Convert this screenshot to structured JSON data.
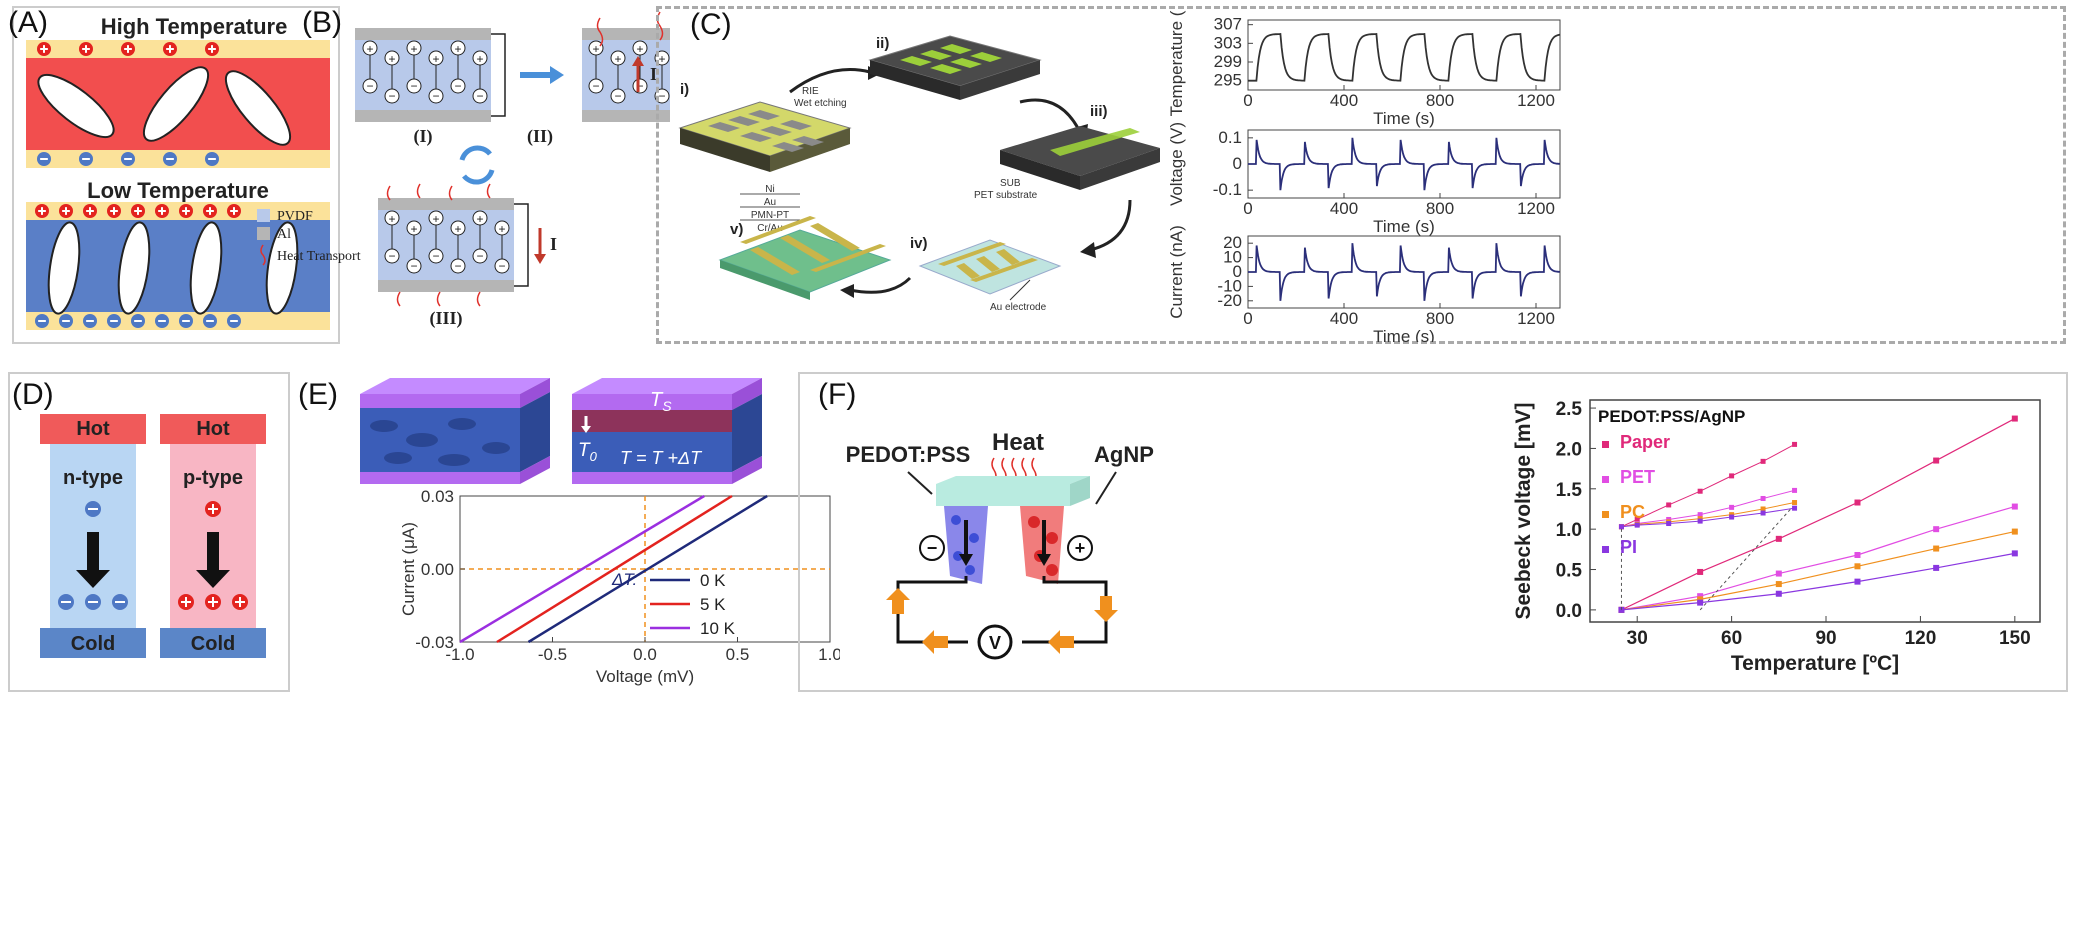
{
  "panels": {
    "A": {
      "letter": "(A)",
      "high_title": "High Temperature",
      "low_title": "Low Temperature",
      "colors": {
        "hot": "#f24e4e",
        "cold": "#5a7fc7",
        "strip": "#fbe29a",
        "plus": "#e3231f",
        "minus": "#4e78c4"
      }
    },
    "B": {
      "letter": "(B)",
      "state_labels": [
        "(I)",
        "(II)",
        "(III)"
      ],
      "current_label": "I",
      "legend": [
        "PVDF",
        "Al",
        "Heat Transport"
      ],
      "colors": {
        "pvdf": "#b8c9ea",
        "al": "#b5b5b5",
        "heat": "#e0312b"
      }
    },
    "C": {
      "letter": "(C)",
      "steps": [
        "i)",
        "ii)",
        "iii)",
        "iv)",
        "v)"
      ],
      "layer_labels": [
        "Ni",
        "Au",
        "PMN-PT",
        "Cr/Au"
      ],
      "process_labels": [
        "RIE",
        "Wet etching",
        "SUB",
        "PET substrate",
        "Au electrode"
      ],
      "chart_data": [
        {
          "type": "line",
          "ylabel": "Temperature (K)",
          "xlabel": "Time (s)",
          "xlim": [
            0,
            1300
          ],
          "ylim": [
            293,
            308
          ],
          "yticks": [
            295,
            299,
            303,
            307
          ],
          "xticks": [
            0,
            400,
            800,
            1200
          ],
          "series": [
            {
              "values": "square-wave 295-305 K, period 200 s"
            }
          ]
        },
        {
          "type": "line",
          "ylabel": "Voltage (V)",
          "xlabel": "Time (s)",
          "xlim": [
            0,
            1300
          ],
          "ylim": [
            -0.13,
            0.13
          ],
          "yticks": [
            -0.1,
            0.0,
            0.1
          ],
          "xticks": [
            0,
            400,
            800,
            1200
          ],
          "series": [
            {
              "values": "spikes +0.1 / -0.1 at each transition"
            }
          ]
        },
        {
          "type": "line",
          "ylabel": "Current (nA)",
          "xlabel": "Time (s)",
          "xlim": [
            0,
            1300
          ],
          "ylim": [
            -25,
            25
          ],
          "yticks": [
            -20,
            -10,
            0,
            10,
            20
          ],
          "xticks": [
            0,
            400,
            800,
            1200
          ],
          "series": [
            {
              "values": "spikes +20 / -20 at each transition"
            }
          ]
        }
      ]
    },
    "D": {
      "letter": "(D)",
      "n_col": {
        "hot": "Hot",
        "type": "n-type",
        "cold": "Cold"
      },
      "p_col": {
        "hot": "Hot",
        "type": "p-type",
        "cold": "Cold"
      },
      "colors": {
        "hot": "#f05a5a",
        "cold": "#5b86c8",
        "n_bg": "#b9d6f3",
        "p_bg": "#f8b6c4"
      }
    },
    "E": {
      "letter": "(E)",
      "top_labels": {
        "ts": "T",
        "ts_sub": "S",
        "t0": "T",
        "t0_sub": "0",
        "eq": "T = T +ΔT"
      },
      "chart_data": {
        "type": "line",
        "xlabel": "Voltage (mV)",
        "ylabel": "Current (μA)",
        "xlim": [
          -1.0,
          1.0
        ],
        "ylim": [
          -0.03,
          0.03
        ],
        "xticks": [
          "-1.0",
          "-0.5",
          "0.0",
          "0.5",
          "1.0"
        ],
        "yticks": [
          "-0.03",
          "0.00",
          "0.03"
        ],
        "legend_title": "ΔT:",
        "series": [
          {
            "name": "0 K",
            "color": "#1f2a7a",
            "x": [
              -0.63,
              0.66
            ],
            "y": [
              -0.03,
              0.03
            ]
          },
          {
            "name": "5 K",
            "color": "#e3231f",
            "x": [
              -0.8,
              0.47
            ],
            "y": [
              -0.03,
              0.03
            ]
          },
          {
            "name": "10 K",
            "color": "#9b2fe0",
            "x": [
              -1.0,
              0.32
            ],
            "y": [
              -0.03,
              0.03
            ]
          }
        ]
      }
    },
    "F": {
      "letter": "(F)",
      "device": {
        "heat": "Heat",
        "left": "PEDOT:PSS",
        "right": "AgNP",
        "meter": "V",
        "minus": "−",
        "plus": "+"
      },
      "chart_data": {
        "type": "line",
        "title": "PEDOT:PSS/AgNP",
        "xlabel": "Temperature [ºC]",
        "ylabel": "Seebeck voltage [mV]",
        "xlim": [
          15,
          158
        ],
        "ylim": [
          -0.15,
          2.6
        ],
        "xticks": [
          30,
          60,
          90,
          120,
          150
        ],
        "yticks": [
          "0.0",
          "0.5",
          "1.0",
          "1.5",
          "2.0",
          "2.5"
        ],
        "series": [
          {
            "name": "Paper",
            "color": "#e0297a",
            "x": [
              25,
              50,
              75,
              100,
              125,
              150
            ],
            "y": [
              0.0,
              0.47,
              0.88,
              1.33,
              1.85,
              2.37
            ]
          },
          {
            "name": "PET",
            "color": "#e14de3",
            "x": [
              25,
              50,
              75,
              100,
              125,
              150
            ],
            "y": [
              0.0,
              0.17,
              0.45,
              0.68,
              1.0,
              1.28
            ]
          },
          {
            "name": "PC",
            "color": "#f0901e",
            "x": [
              25,
              50,
              75,
              100,
              125,
              150
            ],
            "y": [
              0.0,
              0.13,
              0.32,
              0.54,
              0.76,
              0.97
            ]
          },
          {
            "name": "PI",
            "color": "#8a37e0",
            "x": [
              25,
              50,
              75,
              100,
              125,
              150
            ],
            "y": [
              0.0,
              0.09,
              0.2,
              0.35,
              0.52,
              0.7
            ]
          }
        ],
        "inset_series": [
          {
            "name": "Paper",
            "x": [
              25,
              30,
              40,
              50,
              60,
              70,
              80
            ],
            "y": [
              1.03,
              1.12,
              1.3,
              1.47,
              1.66,
              1.84,
              2.05
            ]
          },
          {
            "name": "PET",
            "x": [
              25,
              30,
              40,
              50,
              60,
              70,
              80
            ],
            "y": [
              1.03,
              1.07,
              1.12,
              1.18,
              1.27,
              1.38,
              1.48
            ]
          },
          {
            "name": "PC",
            "x": [
              25,
              30,
              40,
              50,
              60,
              70,
              80
            ],
            "y": [
              1.03,
              1.06,
              1.09,
              1.13,
              1.18,
              1.25,
              1.33
            ]
          },
          {
            "name": "PI",
            "x": [
              25,
              30,
              40,
              50,
              60,
              70,
              80
            ],
            "y": [
              1.03,
              1.05,
              1.07,
              1.1,
              1.15,
              1.2,
              1.26
            ]
          }
        ]
      }
    }
  }
}
